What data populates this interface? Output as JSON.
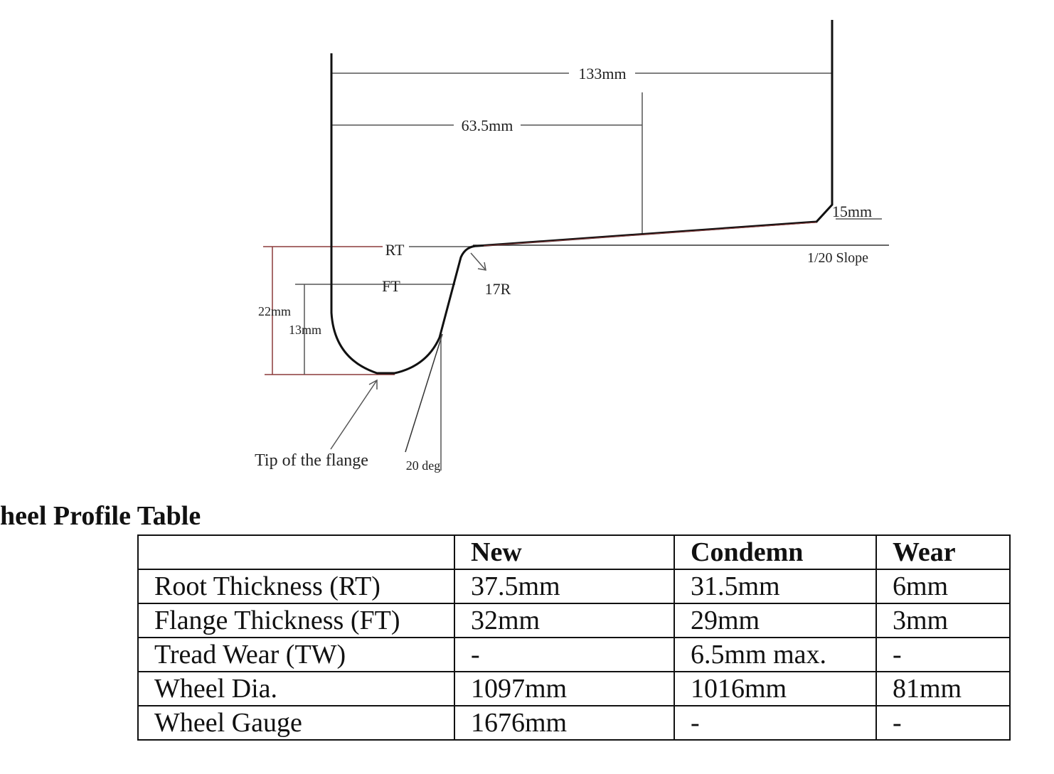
{
  "diagram": {
    "labels": {
      "width_total": "133mm",
      "width_tread": "63.5mm",
      "root_thickness": "RT",
      "flange_thickness": "FT",
      "height_22": "22mm",
      "height_13": "13mm",
      "radius": "17R",
      "chamfer": "15mm",
      "slope": "1/20 Slope",
      "tip": "Tip of the flange",
      "angle": "20 deg"
    },
    "colors": {
      "profile": "#111111",
      "dimension": "#555555",
      "accent": "#8b3a3a"
    }
  },
  "section_title": "heel Profile Table",
  "table": {
    "headers": [
      "",
      "New",
      "Condemn",
      "Wear"
    ],
    "rows": [
      [
        "Root Thickness (RT)",
        "37.5mm",
        "31.5mm",
        "6mm"
      ],
      [
        "Flange Thickness (FT)",
        "32mm",
        "29mm",
        "3mm"
      ],
      [
        "Tread Wear (TW)",
        "-",
        "6.5mm max.",
        "-"
      ],
      [
        "Wheel Dia.",
        "1097mm",
        "1016mm",
        "81mm"
      ],
      [
        "Wheel Gauge",
        "1676mm",
        "-",
        "-"
      ]
    ]
  }
}
